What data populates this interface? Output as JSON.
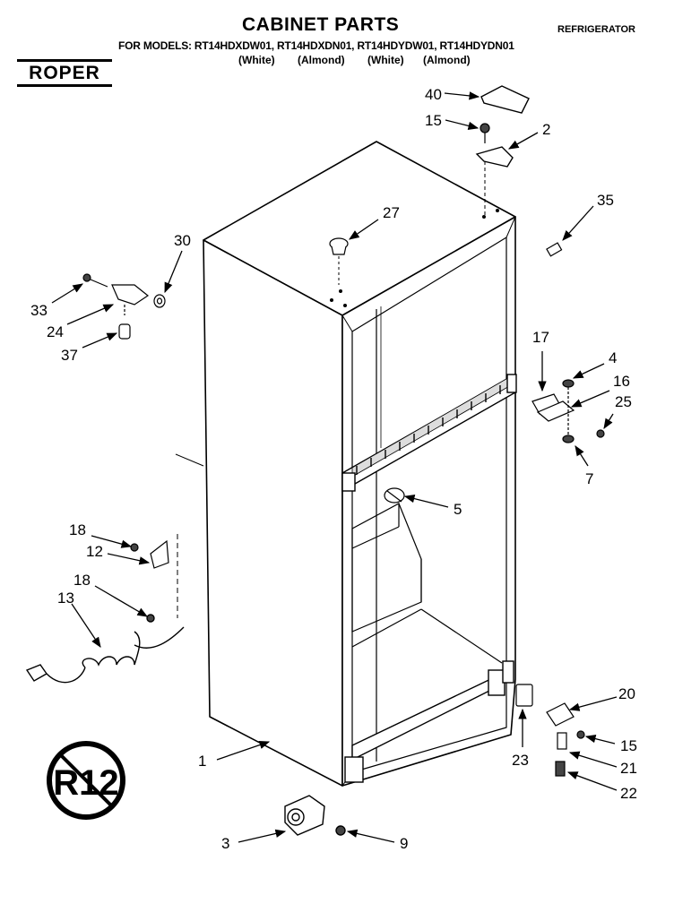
{
  "header": {
    "title": "CABINET PARTS",
    "category": "REFRIGERATOR",
    "models_line": "FOR MODELS: RT14HDXDW01, RT14HDXDN01, RT14HDYDW01, RT14HDYDN01",
    "colors": [
      "(White)",
      "(Almond)",
      "(White)",
      "(Almond)"
    ]
  },
  "brand": "ROPER",
  "refrigerant_mark": "R12",
  "callouts": {
    "p1": "1",
    "p2": "2",
    "p3": "3",
    "p4": "4",
    "p5": "5",
    "p7": "7",
    "p9": "9",
    "p12": "12",
    "p13": "13",
    "p15": "15",
    "p16": "16",
    "p17": "17",
    "p18": "18",
    "p20": "20",
    "p21": "21",
    "p22": "22",
    "p23": "23",
    "p24": "24",
    "p25": "25",
    "p27": "27",
    "p30": "30",
    "p33": "33",
    "p35": "35",
    "p37": "37",
    "p40": "40"
  }
}
